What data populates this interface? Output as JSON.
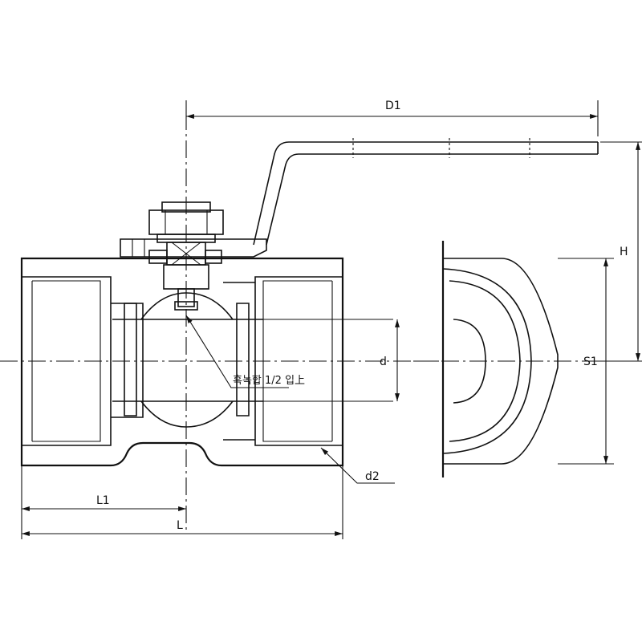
{
  "dimensions": {
    "D1": "D1",
    "H": "H",
    "S1": "S1",
    "d": "d",
    "d2": "d2",
    "L1": "L1",
    "L": "L"
  },
  "note": "흑녹합 1/2 입上"
}
